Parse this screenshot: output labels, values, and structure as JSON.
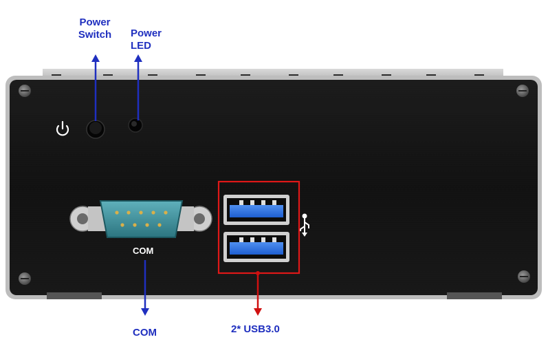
{
  "callouts": {
    "power_switch_line1": "Power",
    "power_switch_line2": "Switch",
    "power_led_line1": "Power",
    "power_led_line2": "LED",
    "com": "COM",
    "usb": "2* USB3.0"
  },
  "panel": {
    "com_label": "COM"
  },
  "colors": {
    "callout_text": "#1f2fbf",
    "arrow_blue": "#1f2fbf",
    "arrow_red": "#d01010",
    "highlight_box": "#e01818",
    "chassis": "#141414",
    "usb_tongue": "#2f6fe0",
    "db9_connector": "#3a8f9a"
  },
  "icons": [
    "power-icon",
    "usb-icon"
  ]
}
